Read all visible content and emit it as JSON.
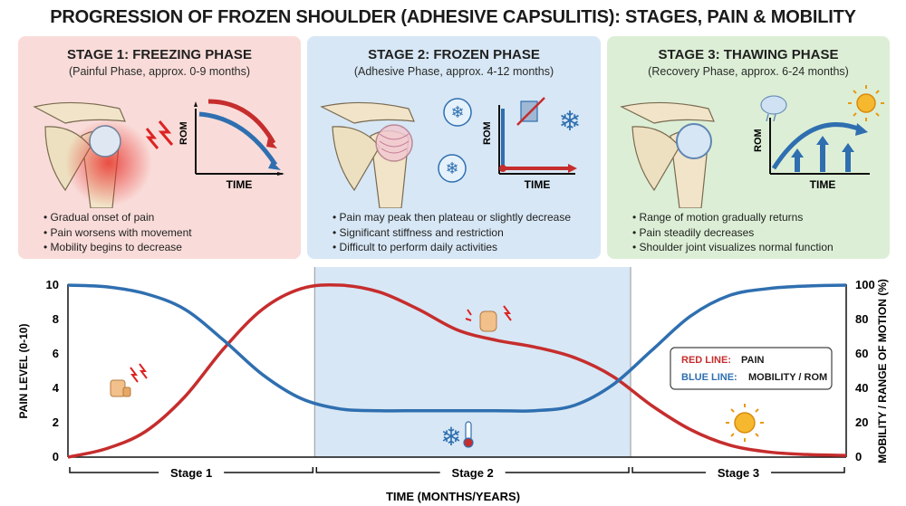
{
  "title": "PROGRESSION OF FROZEN SHOULDER (ADHESIVE CAPSULITIS): STAGES, PAIN & MOBILITY",
  "stages": [
    {
      "title": "STAGE 1: FREEZING PHASE",
      "subtitle": "(Painful Phase, approx. 0-9 months)",
      "rom_label": "ROM",
      "time_label": "TIME",
      "bullets": [
        "Gradual onset of pain",
        "Pain worsens with movement",
        "Mobility begins to decrease"
      ]
    },
    {
      "title": "STAGE 2: FROZEN PHASE",
      "subtitle": "(Adhesive Phase, approx. 4-12 months)",
      "rom_label": "ROM",
      "time_label": "TIME",
      "bullets": [
        "Pain may peak then plateau or slightly decrease",
        "Significant stiffness and restriction",
        "Difficult to perform daily activities"
      ]
    },
    {
      "title": "STAGE 3: THAWING PHASE",
      "subtitle": "(Recovery Phase, approx. 6-24 months)",
      "rom_label": "ROM",
      "time_label": "TIME",
      "bullets": [
        "Range of motion gradually returns",
        "Pain steadily decreases",
        "Shoulder joint visualizes normal function"
      ]
    }
  ],
  "chart_data": {
    "type": "line",
    "xlabel": "TIME (MONTHS/YEARS)",
    "ylabel_left": "PAIN LEVEL (0-10)",
    "ylabel_right": "MOBILITY / RANGE OF MOTION (%)",
    "ylim_left": [
      0,
      10
    ],
    "ylim_right": [
      0,
      100
    ],
    "yticks_left": [
      "0",
      "2",
      "4",
      "6",
      "8",
      "10"
    ],
    "yticks_right": [
      "0",
      "20",
      "40",
      "60",
      "80",
      "100"
    ],
    "stage_labels": [
      "Stage 1",
      "Stage 2",
      "Stage 3"
    ],
    "x": [
      0,
      0.1,
      0.2,
      0.3,
      0.4,
      0.5,
      0.6,
      0.7,
      0.8,
      0.9,
      1.0
    ],
    "series": [
      {
        "name": "PAIN",
        "axis": "left",
        "color": "#c62d2d",
        "x": [
          0,
          0.05,
          0.1,
          0.15,
          0.2,
          0.25,
          0.3,
          0.35,
          0.4,
          0.45,
          0.5,
          0.55,
          0.6,
          0.65,
          0.7,
          0.75,
          0.8,
          0.85,
          0.9,
          0.95,
          1.0
        ],
        "values": [
          0,
          0.5,
          1.5,
          3.5,
          6.3,
          8.6,
          9.8,
          10,
          9.6,
          8.6,
          7.4,
          6.8,
          6.4,
          5.8,
          4.7,
          3.0,
          1.6,
          0.7,
          0.3,
          0.15,
          0.1
        ]
      },
      {
        "name": "MOBILITY / ROM",
        "axis": "right",
        "color": "#2f6fb0",
        "x": [
          0,
          0.05,
          0.1,
          0.15,
          0.2,
          0.25,
          0.3,
          0.35,
          0.4,
          0.45,
          0.5,
          0.55,
          0.6,
          0.65,
          0.7,
          0.75,
          0.8,
          0.85,
          0.9,
          0.95,
          1.0
        ],
        "values": [
          100,
          99,
          95,
          86,
          68,
          48,
          34,
          28,
          27,
          27,
          27,
          27,
          27,
          30,
          42,
          62,
          82,
          94,
          98,
          99.5,
          100
        ]
      }
    ],
    "legend": {
      "pain_key": "RED LINE:",
      "pain_text": "PAIN",
      "rom_key": "BLUE LINE:",
      "rom_text": "MOBILITY / ROM",
      "placement": "right"
    },
    "stage_boundaries": [
      0.317,
      0.723
    ],
    "frozen_band_color": "#d7e7f5"
  },
  "colors": {
    "pain": "#c62d2d",
    "rom": "#2f6fb0",
    "stage1": "#f9dcd9",
    "stage2": "#d7e7f5",
    "stage3": "#dcefd6"
  }
}
